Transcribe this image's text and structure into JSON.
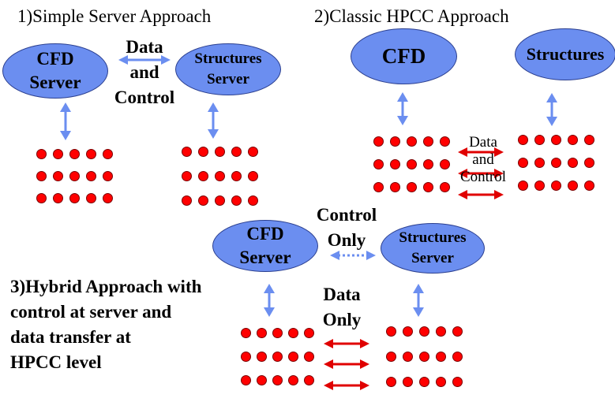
{
  "colors": {
    "node_fill": "#6b8ef0",
    "node_border": "#2b3f8f",
    "processor_dot": "#ff0000",
    "control_arrow": "#6b8ef0",
    "data_arrow": "#e00000"
  },
  "panel1": {
    "title": "1)Simple Server Approach",
    "cfd_line1": "CFD",
    "cfd_line2": "Server",
    "struct_line1": "Structures",
    "struct_line2": "Server",
    "link_line1": "Data",
    "link_line2": "and",
    "link_line3": "Control"
  },
  "panel2": {
    "title": "2)Classic HPCC Approach",
    "cfd_label": "CFD",
    "struct_label": "Structures",
    "link_line1": "Data",
    "link_line2": "and",
    "link_line3": "Control"
  },
  "panel3": {
    "title_line1": "3)Hybrid Approach with",
    "title_line2": "control at server and",
    "title_line3": "data transfer at",
    "title_line4": "HPCC level",
    "cfd_line1": "CFD",
    "cfd_line2": "Server",
    "struct_line1": "Structures",
    "struct_line2": "Server",
    "control_line1": "Control",
    "control_line2": "Only",
    "data_line1": "Data",
    "data_line2": "Only"
  }
}
